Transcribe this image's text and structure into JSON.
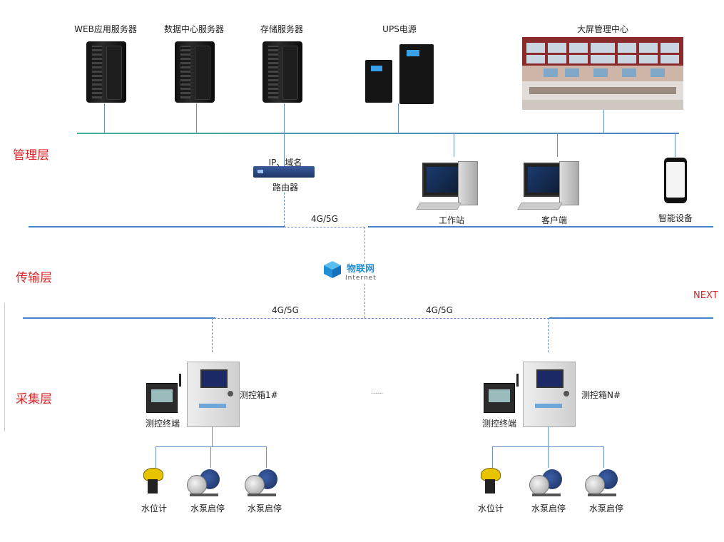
{
  "layers": {
    "management": "管理层",
    "transport": "传输层",
    "acquisition": "采集层"
  },
  "devices": {
    "web_server": "WEB应用服务器",
    "data_center_server": "数据中心服务器",
    "storage_server": "存储服务器",
    "ups": "UPS电源",
    "big_screen": "大屏管理中心",
    "ip_domain": "IP、域名",
    "router": "路由器",
    "workstation": "工作站",
    "client": "客户端",
    "smart_device": "智能设备"
  },
  "network": {
    "link_top": "4G/5G",
    "link_left": "4G/5G",
    "link_right": "4G/5G",
    "iot_cn": "物联网",
    "iot_en": "Internet"
  },
  "next_label": "NEXT",
  "ellipsis": "......",
  "sites": [
    {
      "box": "测控箱1#",
      "terminal": "测控终端",
      "level": "水位计",
      "pump1": "水泵启停",
      "pump2": "水泵启停"
    },
    {
      "box": "测控箱N#",
      "terminal": "测控终端",
      "level": "水位计",
      "pump1": "水泵启停",
      "pump2": "水泵启停"
    }
  ],
  "colors": {
    "layer_text": "#d9262b",
    "line": "#4a80c8",
    "iot_icon": "#1f8fd8"
  },
  "icons": {
    "server": "server-icon",
    "ups": "ups-icon",
    "screen": "video-wall-image",
    "router": "router-icon",
    "pc": "desktop-pc-icon",
    "phone": "smartphone-icon",
    "iot": "iot-cube-icon",
    "cabinet": "control-cabinet-icon",
    "terminal": "terminal-icon",
    "sensor": "level-sensor-icon",
    "pump": "water-pump-icon"
  }
}
